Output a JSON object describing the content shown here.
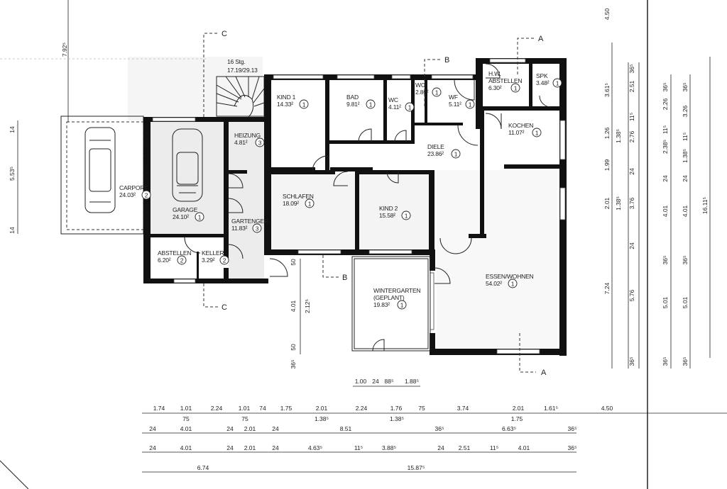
{
  "stair": {
    "line1": "16 Stg.",
    "line2": "17.19/29.13"
  },
  "section_markers": {
    "c_top": "C",
    "c_bottom": "C",
    "b_top": "B",
    "b_mid": "B",
    "a_top": "A",
    "a_bottom": "A"
  },
  "rooms": [
    {
      "name": "KIND 1",
      "area": "14.33²",
      "category": "1"
    },
    {
      "name": "BAD",
      "area": "9.81²",
      "category": "1"
    },
    {
      "name": "WC",
      "area": "4.11²",
      "category": "1"
    },
    {
      "name": "WC",
      "area": "2.86²",
      "category": "1"
    },
    {
      "name": "WF",
      "area": "5.11²",
      "category": "1"
    },
    {
      "name": "H.W.",
      "name2": "ABSTELLEN",
      "area": "6.30²",
      "category": "1"
    },
    {
      "name": "SPK",
      "area": "3.48²",
      "category": "1"
    },
    {
      "name": "KOCHEN",
      "area": "11.07²",
      "category": "1"
    },
    {
      "name": "DIELE",
      "area": "23.86²",
      "category": "1"
    },
    {
      "name": "HEIZUNG",
      "area": "4.81²",
      "category": "3"
    },
    {
      "name": "GARAGE",
      "area": "24.10²",
      "category": "1"
    },
    {
      "name": "CARPORT",
      "area": "24.03²",
      "category": "2"
    },
    {
      "name": "GARTENGER.",
      "area": "11.83²",
      "category": "3"
    },
    {
      "name": "SCHLAFEN",
      "area": "18.09²",
      "category": "1"
    },
    {
      "name": "KIND 2",
      "area": "15.58²",
      "category": "1"
    },
    {
      "name": "ABSTELLEN",
      "area": "6.20²",
      "category": "2"
    },
    {
      "name": "KELLER",
      "area": "3.29²",
      "category": "2"
    },
    {
      "name": "WINTERGARTEN",
      "name2": "(GEPLANT)",
      "area": "19.83²",
      "category": "1"
    },
    {
      "name": "ESSEN/WOHNEN",
      "area": "54.02²",
      "category": "1"
    }
  ],
  "dimensions": {
    "bottom_small": [
      "1.00",
      "24",
      "88⁵",
      "1.88⁵"
    ],
    "bottom_row1": [
      "1.74",
      "1.01",
      "2.24",
      "1.01",
      "74",
      "1.75",
      "2.01",
      "2.24",
      "1.76",
      "75",
      "3.74",
      "2.01",
      "1.61⁵",
      "4.50"
    ],
    "bottom_row1_sub": [
      "75",
      "75",
      "1.38⁵",
      "1.38⁵",
      "1.75"
    ],
    "bottom_row2": [
      "24",
      "4.01",
      "24",
      "2.01",
      "24",
      "8.51",
      "36⁵",
      "6.63⁵",
      "36⁵"
    ],
    "bottom_row3": [
      "24",
      "4.01",
      "24",
      "2.01",
      "24",
      "4.63⁵",
      "11⁵",
      "3.88⁵",
      "24",
      "2.51",
      "11⁵",
      "4.01",
      "36⁵"
    ],
    "bottom_row4": [
      "6.74",
      "15.87⁵"
    ],
    "right_col1": [
      "4.50",
      "3.61⁵",
      "1.26",
      "1.99",
      "2.01",
      "7.24"
    ],
    "right_col2": [
      "1.38⁵",
      "1.38⁵"
    ],
    "right_col3": [
      "36⁵",
      "2.51",
      "11⁵",
      "2.76",
      "24",
      "3.76",
      "24",
      "5.76",
      "36⁵"
    ],
    "right_col4": [
      "36⁵",
      "2.26",
      "11⁵",
      "2.38⁵",
      "24",
      "4.01",
      "36⁵",
      "5.01",
      "36⁵"
    ],
    "right_col5": [
      "36⁵",
      "3.26",
      "11⁵",
      "1.38⁵",
      "24",
      "4.01",
      "36⁵",
      "5.01",
      "36⁵"
    ],
    "right_total": [
      "16.11⁵"
    ],
    "left": [
      "7.92⁵",
      "5.53⁵",
      "14",
      "14"
    ],
    "wintergarten_side": [
      "50",
      "4.01",
      "2.12⁵",
      "50",
      "36⁵"
    ]
  }
}
